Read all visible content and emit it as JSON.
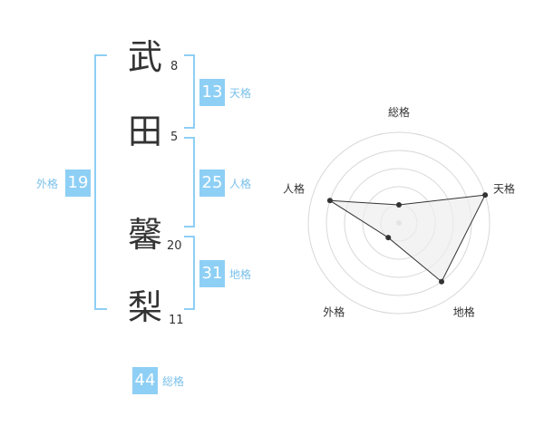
{
  "name": [
    {
      "char": "武",
      "strokes": "8"
    },
    {
      "char": "田",
      "strokes": "5"
    },
    {
      "char": "馨",
      "strokes": "20"
    },
    {
      "char": "梨",
      "strokes": "11"
    }
  ],
  "fortunes": {
    "tenkaku": {
      "value": "13",
      "label": "天格"
    },
    "jinkaku": {
      "value": "25",
      "label": "人格"
    },
    "chikaku": {
      "value": "31",
      "label": "地格"
    },
    "gaikaku": {
      "value": "19",
      "label": "外格"
    },
    "soukaku": {
      "value": "44",
      "label": "総格"
    }
  },
  "chart_data": {
    "type": "radar",
    "axes": [
      "総格",
      "天格",
      "地格",
      "外格",
      "人格"
    ],
    "values": [
      1,
      5,
      4,
      1,
      4
    ],
    "max": 5,
    "rings": 5
  },
  "colors": {
    "accent": "#8ecff5",
    "accent_text": "#7ac1eb",
    "text": "#333333",
    "radar_fill": "#eeeeee",
    "radar_grid": "#d8d8d8"
  }
}
